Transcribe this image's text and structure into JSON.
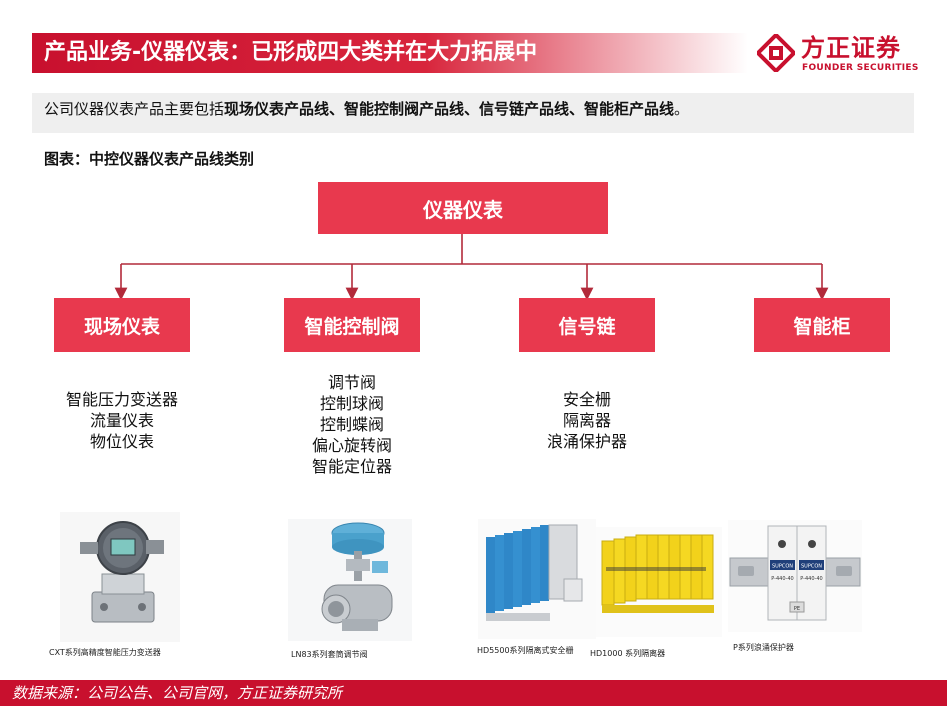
{
  "header": {
    "title": "产品业务-仪器仪表：已形成四大类并在大力拓展中",
    "logo_cn": "方正证券",
    "logo_en": "FOUNDER SECURITIES"
  },
  "intro": {
    "prefix": "公司仪器仪表产品主要包括",
    "bold": "现场仪表产品线、智能控制阀产品线、信号链产品线、智能柜产品线",
    "suffix": "。"
  },
  "figure": {
    "title": "图表：中控仪器仪表产品线类别",
    "root": "仪器仪表",
    "categories": [
      {
        "label": "现场仪表",
        "items": [
          "智能压力变送器",
          "流量仪表",
          "物位仪表"
        ]
      },
      {
        "label": "智能控制阀",
        "items": [
          "调节阀",
          "控制球阀",
          "控制蝶阀",
          "偏心旋转阀",
          "智能定位器"
        ]
      },
      {
        "label": "信号链",
        "items": [
          "安全栅",
          "隔离器",
          "浪涌保护器"
        ]
      },
      {
        "label": "智能柜",
        "items": []
      }
    ],
    "product_images": [
      {
        "caption": "CXT系列高精度智能压力变送器"
      },
      {
        "caption": "LN83系列套筒调节阀"
      },
      {
        "caption": "HD5500系列隔离式安全栅"
      },
      {
        "caption": "HD1000 系列隔离器"
      },
      {
        "caption": "P系列浪涌保护器",
        "labels": [
          "SUPCON",
          "SUPCON",
          "P-440-40",
          "P-440-40",
          "PE"
        ]
      }
    ]
  },
  "footer": {
    "source": "数据来源：公司公告、公司官网，方正证券研究所"
  },
  "colors": {
    "brand_red": "#c8102e",
    "box_red": "#e8394e",
    "connector": "#b22a3a"
  }
}
